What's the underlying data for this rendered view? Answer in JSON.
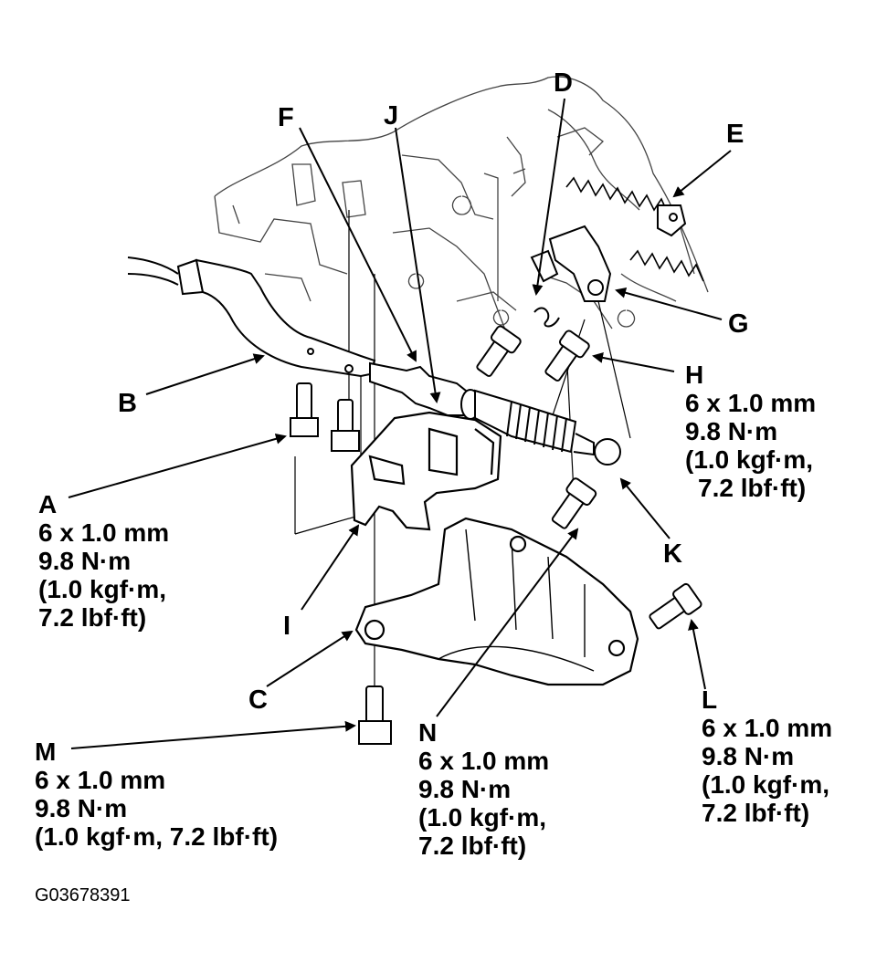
{
  "figure_id": "G03678391",
  "callouts": {
    "A": "A",
    "B": "B",
    "C": "C",
    "D": "D",
    "E": "E",
    "F": "F",
    "G": "G",
    "H": "H",
    "I": "I",
    "J": "J",
    "K": "K",
    "L": "L",
    "M": "M",
    "N": "N"
  },
  "specs": {
    "A": {
      "size": "6 x 1.0 mm",
      "torque": "9.8 N·m",
      "kgf": "(1.0 kgf·m,",
      "lbf": "7.2 lbf·ft)"
    },
    "H": {
      "size": "6 x 1.0 mm",
      "torque": "9.8 N·m",
      "kgf": "(1.0 kgf·m,",
      "lbf": "7.2 lbf·ft)"
    },
    "L": {
      "size": "6 x 1.0 mm",
      "torque": "9.8 N·m",
      "kgf": "(1.0 kgf·m,",
      "lbf": "7.2 lbf·ft)"
    },
    "N": {
      "size": "6 x 1.0 mm",
      "torque": "9.8 N·m",
      "kgf": "(1.0 kgf·m,",
      "lbf": "7.2 lbf·ft)"
    },
    "M": {
      "size": "6 x 1.0 mm",
      "torque": "9.8 N·m",
      "combined": "(1.0 kgf·m, 7.2 lbf·ft)"
    }
  },
  "colors": {
    "ink": "#000000",
    "paper": "#ffffff"
  }
}
